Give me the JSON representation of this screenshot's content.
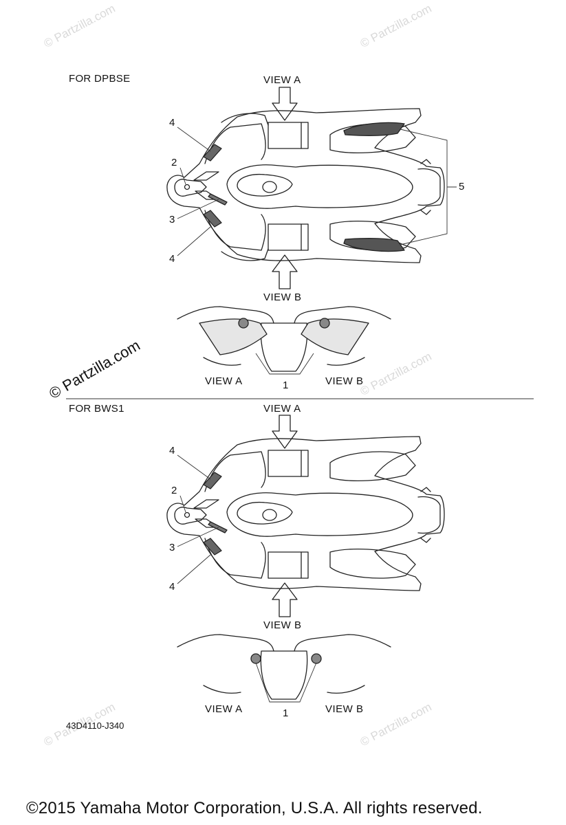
{
  "sections": [
    {
      "title": "FOR DPBSE",
      "view_a_top": "VIEW A",
      "view_b_bottom": "VIEW B",
      "callouts": [
        "4",
        "2",
        "3",
        "4",
        "5"
      ],
      "detail": {
        "view_a": "VIEW A",
        "view_b": "VIEW B",
        "callout": "1"
      }
    },
    {
      "title": "FOR BWS1",
      "view_a_top": "VIEW A",
      "view_b_bottom": "VIEW B",
      "callouts": [
        "4",
        "2",
        "3",
        "4"
      ],
      "detail": {
        "view_a": "VIEW A",
        "view_b": "VIEW B",
        "callout": "1"
      }
    }
  ],
  "part_code": "43D4110-J340",
  "watermark": "© Partzilla.com",
  "footer": "©2015  Yamaha Motor Corporation, U.S.A. All rights reserved."
}
